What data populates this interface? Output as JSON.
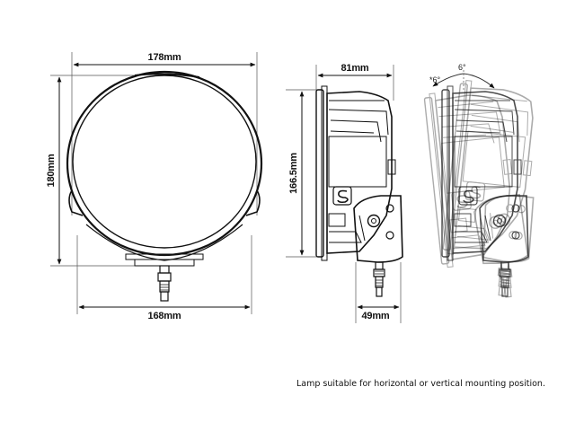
{
  "drawing": {
    "front_view": {
      "width_top": "178mm",
      "height": "180mm",
      "width_bottom": "168mm"
    },
    "side_view": {
      "depth": "81mm",
      "height": "166.5mm",
      "bracket": "49mm"
    },
    "tilt_view": {
      "angle_back": "*6°",
      "angle_forward": "6°"
    }
  },
  "note": "Lamp suitable for horizontal or vertical mounting position.",
  "colors": {
    "ink": "#111111",
    "ghost": "#6a6a6a",
    "background": "#ffffff"
  }
}
